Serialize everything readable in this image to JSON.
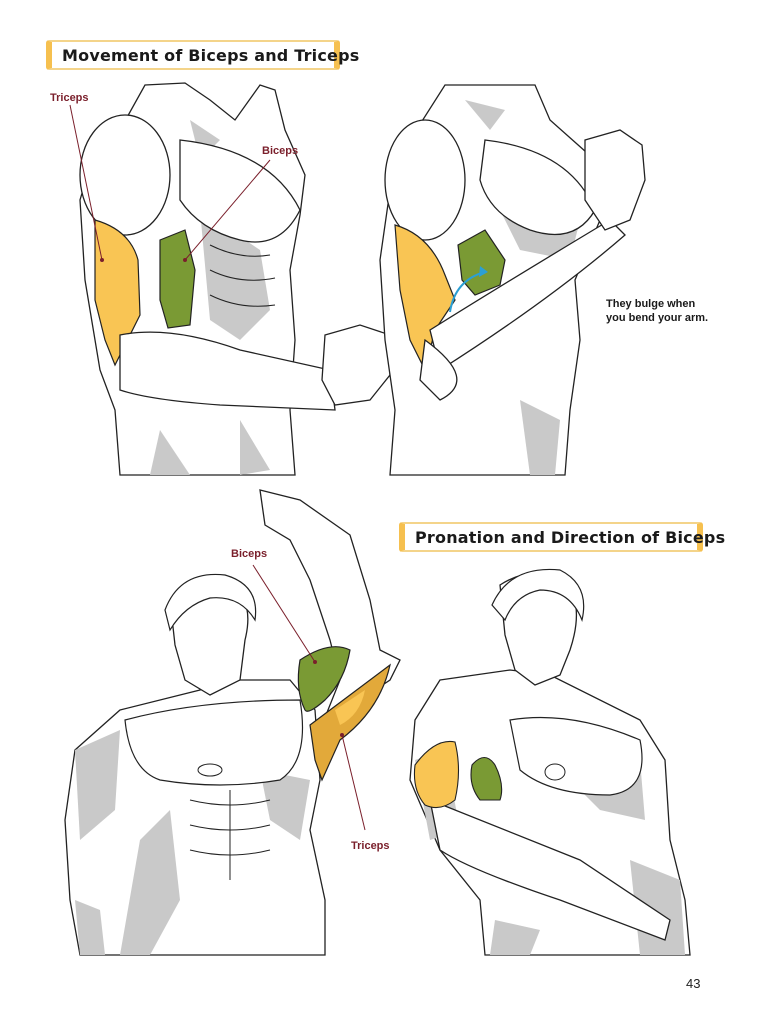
{
  "page": {
    "page_number": "43",
    "colors": {
      "triceps": "#f9c554",
      "biceps": "#7a9a34",
      "shade": "#c9c9c9",
      "label": "#7a1f2b",
      "title_accent": "#f6c04f",
      "arrow": "#2b9fd4"
    }
  },
  "sections": [
    {
      "title": "Movement of Biceps and Triceps",
      "figures": [
        {
          "name": "arm-extended",
          "labels": [
            "Triceps",
            "Biceps"
          ]
        },
        {
          "name": "arm-flexed",
          "note_lines": [
            "They bulge when",
            "you bend your arm."
          ]
        }
      ]
    },
    {
      "title": "Pronation and Direction of Biceps",
      "figures": [
        {
          "name": "arm-raised",
          "labels": [
            "Biceps",
            "Triceps"
          ]
        },
        {
          "name": "arm-across-body"
        }
      ]
    }
  ]
}
